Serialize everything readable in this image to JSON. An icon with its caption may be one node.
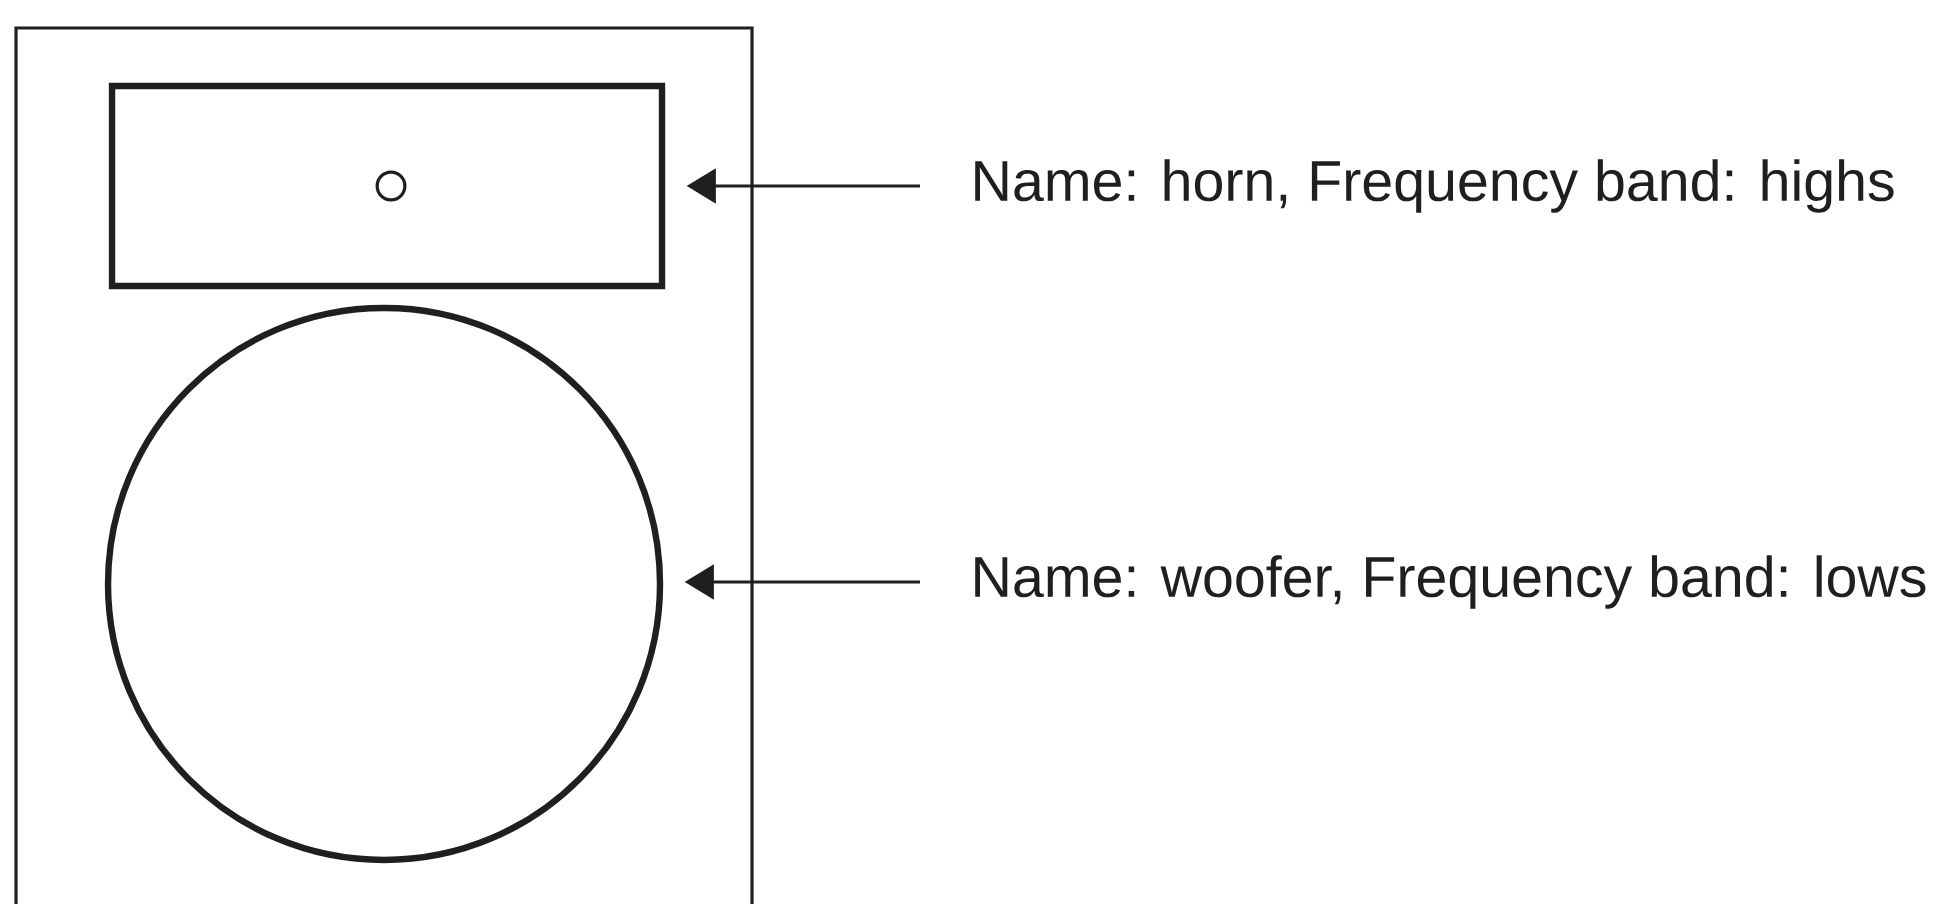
{
  "diagram": {
    "nodes": [
      {
        "text": [],
        "shape": "box"
      },
      {
        "text": [],
        "shape": "box",
        "in": 0
      },
      {
        "text": [],
        "shape": "circle",
        "in": 0
      },
      {
        "text": [
          "Name: horn, Frequency band: highs"
        ]
      },
      {
        "text": [
          "Name: woofer, Frequency band: lows"
        ]
      }
    ],
    "edges": [
      {
        "from": 3,
        "to": 1,
        "arrow": "to"
      },
      {
        "from": 4,
        "to": 2,
        "arrow": "to"
      }
    ]
  }
}
